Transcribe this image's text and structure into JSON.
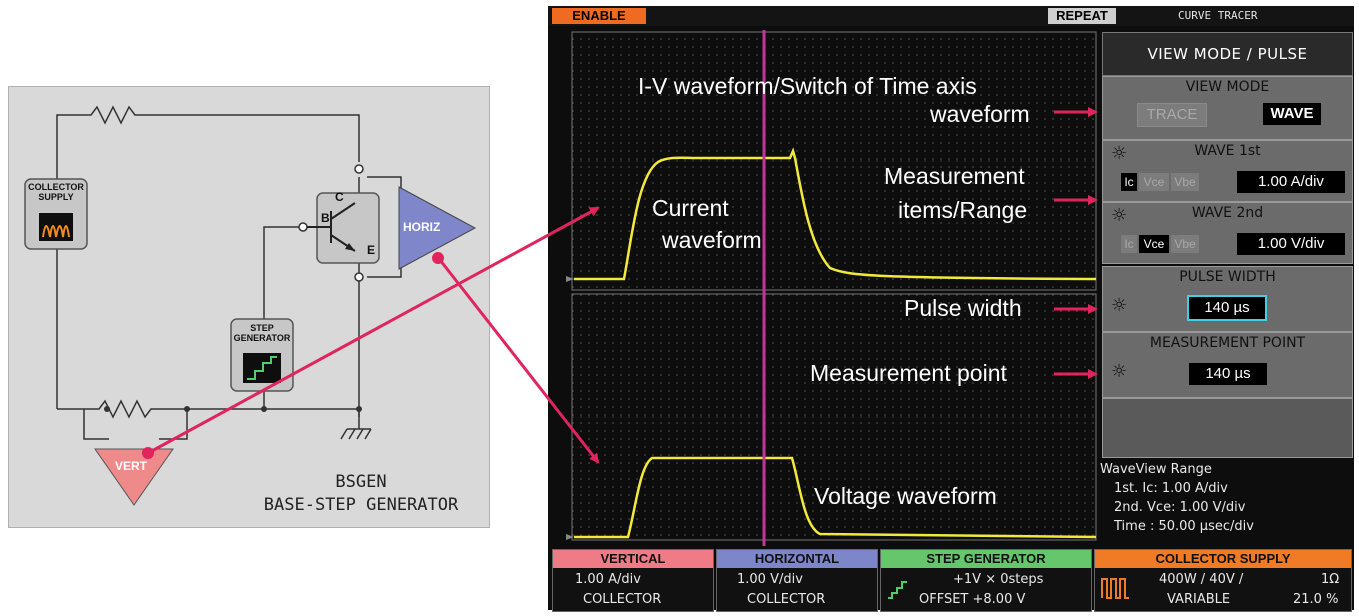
{
  "schematic": {
    "collector_supply": "COLLECTOR\nSUPPLY",
    "step_generator": "STEP\nGENERATOR",
    "horiz": "HORIZ",
    "vert": "VERT",
    "pin_b": "B",
    "pin_c": "C",
    "pin_e": "E",
    "title_line1": "BSGEN",
    "title_line2": "BASE-STEP GENERATOR"
  },
  "scope": {
    "enable": "ENABLE",
    "repeat": "REPEAT",
    "mode_title": "CURVE TRACER",
    "menu_header": "VIEW MODE / PULSE",
    "view_mode": {
      "title": "VIEW MODE",
      "trace": "TRACE",
      "wave": "WAVE"
    },
    "wave1": {
      "title": "WAVE 1st",
      "ic": "Ic",
      "vce": "Vce",
      "vbe": "Vbe",
      "range": "1.00 A/div"
    },
    "wave2": {
      "title": "WAVE 2nd",
      "ic": "Ic",
      "vce": "Vce",
      "vbe": "Vbe",
      "range": "1.00 V/div"
    },
    "pulse_width": {
      "title": "PULSE WIDTH",
      "value": "140 µs"
    },
    "measurement_point": {
      "title": "MEASUREMENT POINT",
      "value": "140 µs"
    },
    "waveview": {
      "line1": "WaveView Range",
      "line2": "1st.  Ic: 1.00  A/div",
      "line3": "2nd. Vce: 1.00  V/div",
      "line4": "Time :  50.00  µsec/div"
    },
    "tabs": {
      "vertical": {
        "title": "VERTICAL",
        "line1": "1.00 A/div",
        "line2": "COLLECTOR"
      },
      "horizontal": {
        "title": "HORIZONTAL",
        "line1": "1.00 V/div",
        "line2": "COLLECTOR"
      },
      "step": {
        "title": "STEP GENERATOR",
        "line1": "+1V  ×  0steps",
        "line2": "OFFSET  +8.00  V"
      },
      "collector": {
        "title": "COLLECTOR SUPPLY",
        "line1": "400W /  40V  /",
        "line1b": "1Ω",
        "line2": "VARIABLE",
        "line2b": "21.0 %"
      }
    },
    "annotations": {
      "iv_line1": "I-V waveform/Switch of Time axis",
      "iv_line2": "waveform",
      "meas_line1": "Measurement",
      "meas_line2": "items/Range",
      "current_line1": "Current",
      "current_line2": "waveform",
      "pulse_width": "Pulse width",
      "measurement_point": "Measurement point",
      "voltage": "Voltage waveform"
    }
  },
  "colors": {
    "trace": "#f2ea3a",
    "cursor": "#c2359b",
    "arrow": "#e0245e",
    "enable": "#ef6b22",
    "vertical_tab": "#f07b86",
    "horizontal_tab": "#7c86c8",
    "step_tab": "#66c66b",
    "collector_tab": "#ef7b26",
    "horiz_triangle": "#7f86c9",
    "vert_triangle": "#ef8a8a"
  }
}
